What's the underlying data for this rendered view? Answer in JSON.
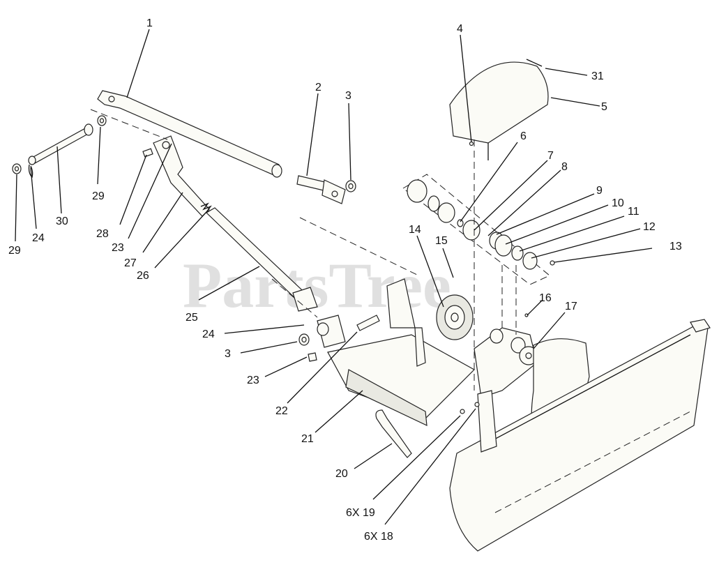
{
  "watermark": "PartsTree",
  "callouts": [
    {
      "id": "c1",
      "text": "1"
    },
    {
      "id": "c2",
      "text": "2"
    },
    {
      "id": "c3a",
      "text": "3"
    },
    {
      "id": "c4",
      "text": "4"
    },
    {
      "id": "c5",
      "text": "5"
    },
    {
      "id": "c31",
      "text": "31"
    },
    {
      "id": "c6",
      "text": "6"
    },
    {
      "id": "c7",
      "text": "7"
    },
    {
      "id": "c8",
      "text": "8"
    },
    {
      "id": "c9",
      "text": "9"
    },
    {
      "id": "c10",
      "text": "10"
    },
    {
      "id": "c11",
      "text": "11"
    },
    {
      "id": "c12",
      "text": "12"
    },
    {
      "id": "c13",
      "text": "13"
    },
    {
      "id": "c14",
      "text": "14"
    },
    {
      "id": "c15",
      "text": "15"
    },
    {
      "id": "c16",
      "text": "16"
    },
    {
      "id": "c17",
      "text": "17"
    },
    {
      "id": "c29a",
      "text": "29"
    },
    {
      "id": "c24a",
      "text": "24"
    },
    {
      "id": "c30",
      "text": "30"
    },
    {
      "id": "c29b",
      "text": "29"
    },
    {
      "id": "c28",
      "text": "28"
    },
    {
      "id": "c23a",
      "text": "23"
    },
    {
      "id": "c27",
      "text": "27"
    },
    {
      "id": "c26",
      "text": "26"
    },
    {
      "id": "c25",
      "text": "25"
    },
    {
      "id": "c24b",
      "text": "24"
    },
    {
      "id": "c3b",
      "text": "3"
    },
    {
      "id": "c23b",
      "text": "23"
    },
    {
      "id": "c22",
      "text": "22"
    },
    {
      "id": "c21",
      "text": "21"
    },
    {
      "id": "c20",
      "text": "20"
    },
    {
      "id": "c6x19",
      "text": "6X 19"
    },
    {
      "id": "c6x18",
      "text": "6X 18"
    }
  ]
}
